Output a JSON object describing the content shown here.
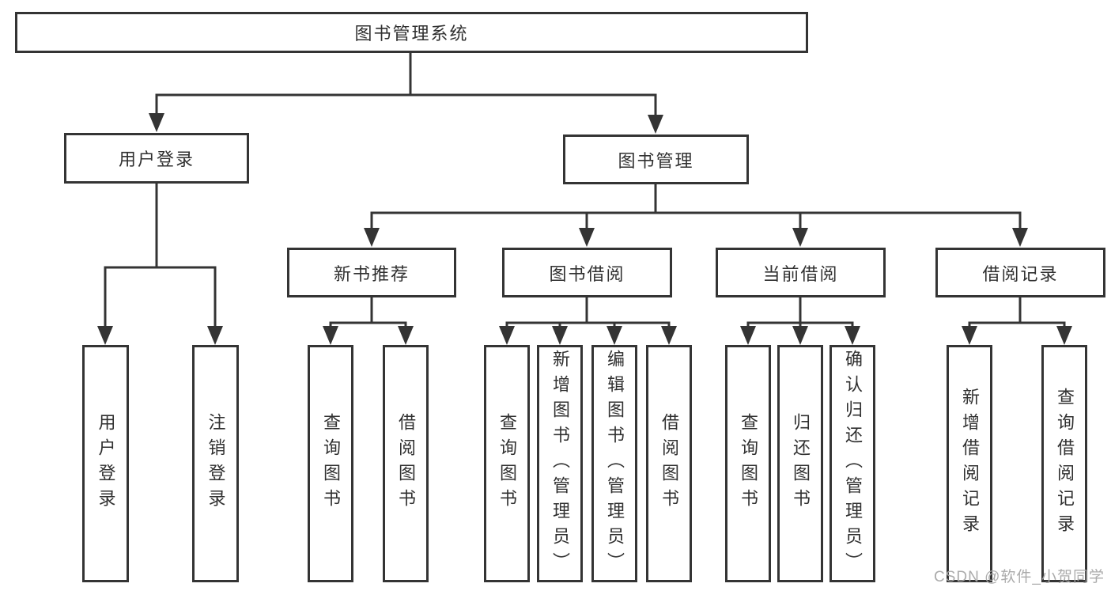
{
  "diagram": {
    "root": {
      "label": "图书管理系统"
    },
    "branches": [
      {
        "label": "用户登录",
        "children": [
          {
            "label": "用户登录"
          },
          {
            "label": "注销登录"
          }
        ]
      },
      {
        "label": "图书管理",
        "children": [
          {
            "label": "新书推荐",
            "children": [
              {
                "label": "查询图书"
              },
              {
                "label": "借阅图书"
              }
            ]
          },
          {
            "label": "图书借阅",
            "children": [
              {
                "label": "查询图书"
              },
              {
                "label": "新增图书（管理员）"
              },
              {
                "label": "编辑图书（管理员）"
              },
              {
                "label": "借阅图书"
              }
            ]
          },
          {
            "label": "当前借阅",
            "children": [
              {
                "label": "查询图书"
              },
              {
                "label": "归还图书"
              },
              {
                "label": "确认归还（管理员）"
              }
            ]
          },
          {
            "label": "借阅记录",
            "children": [
              {
                "label": "新增借阅记录"
              },
              {
                "label": "查询借阅记录"
              }
            ]
          }
        ]
      }
    ]
  },
  "watermark": {
    "text": "CSDN @软件_小贺同学"
  },
  "colors": {
    "line": "#343434",
    "text": "#303030",
    "background": "#ffffff",
    "watermark": "#a6a6a6"
  }
}
